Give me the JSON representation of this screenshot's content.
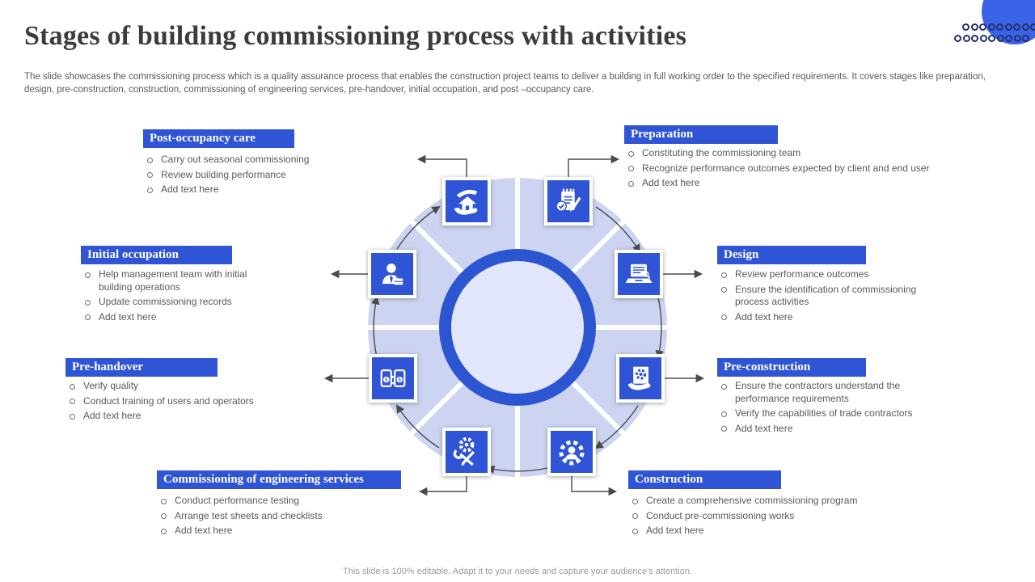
{
  "slide": {
    "title": "Stages of building commissioning process with activities",
    "subtitle": "The slide showcases the commissioning process which is a quality assurance process that enables the construction project teams to deliver a building in full working order to the specified requirements. It covers stages like preparation, design, pre-construction, construction, commissioning of engineering services, pre-handover, initial occupation, and post –occupancy care.",
    "footer": "This slide is 100% editable. Adapt it to your needs and capture your audience's attention."
  },
  "colors": {
    "accent_blue": "#2f55d6",
    "wheel_fill": "#ccd4f2",
    "wheel_inner": "#e1e6fa",
    "deco_circle": "#3a63e8",
    "deco_ring": "#232f6e",
    "arrow_gray": "#4a4a4a",
    "body_text": "#595959"
  },
  "sections": {
    "post_occupancy": {
      "label": "Post-occupancy care",
      "icon": "house-care-icon",
      "bullets": [
        "Carry out seasonal commissioning",
        "Review building performance",
        "Add text here"
      ]
    },
    "preparation": {
      "label": "Preparation",
      "icon": "checklist-pencil-icon",
      "bullets": [
        "Constituting the commissioning team",
        "Recognize performance outcomes expected by client and end user",
        "Add text here"
      ]
    },
    "initial_occupation": {
      "label": "Initial occupation",
      "icon": "manager-person-icon",
      "bullets": [
        "Help management team with initial building operations",
        "Update commissioning records",
        "Add text here"
      ]
    },
    "design": {
      "label": "Design",
      "icon": "laptop-icon",
      "bullets": [
        "Review performance outcomes",
        "Ensure the identification of commissioning process activities",
        "Add text here"
      ]
    },
    "pre_handover": {
      "label": "Pre-handover",
      "icon": "phone-transfer-icon",
      "bullets": [
        "Verify quality",
        "Conduct training of users and operators",
        "Add text here"
      ]
    },
    "pre_construction": {
      "label": "Pre-construction",
      "icon": "hand-gear-icon",
      "bullets": [
        "Ensure the contractors understand the performance requirements",
        "Verify the capabilities of trade contractors",
        "Add text here"
      ]
    },
    "engineering_services": {
      "label": "Commissioning of engineering services",
      "icon": "gear-tools-icon",
      "bullets": [
        "Conduct performance testing",
        "Arrange test sheets and checklists",
        "Add text here"
      ]
    },
    "construction": {
      "label": "Construction",
      "icon": "gear-person-icon",
      "bullets": [
        "Create a comprehensive commissioning program",
        "Conduct pre-commissioning works",
        "Add text here"
      ]
    }
  }
}
